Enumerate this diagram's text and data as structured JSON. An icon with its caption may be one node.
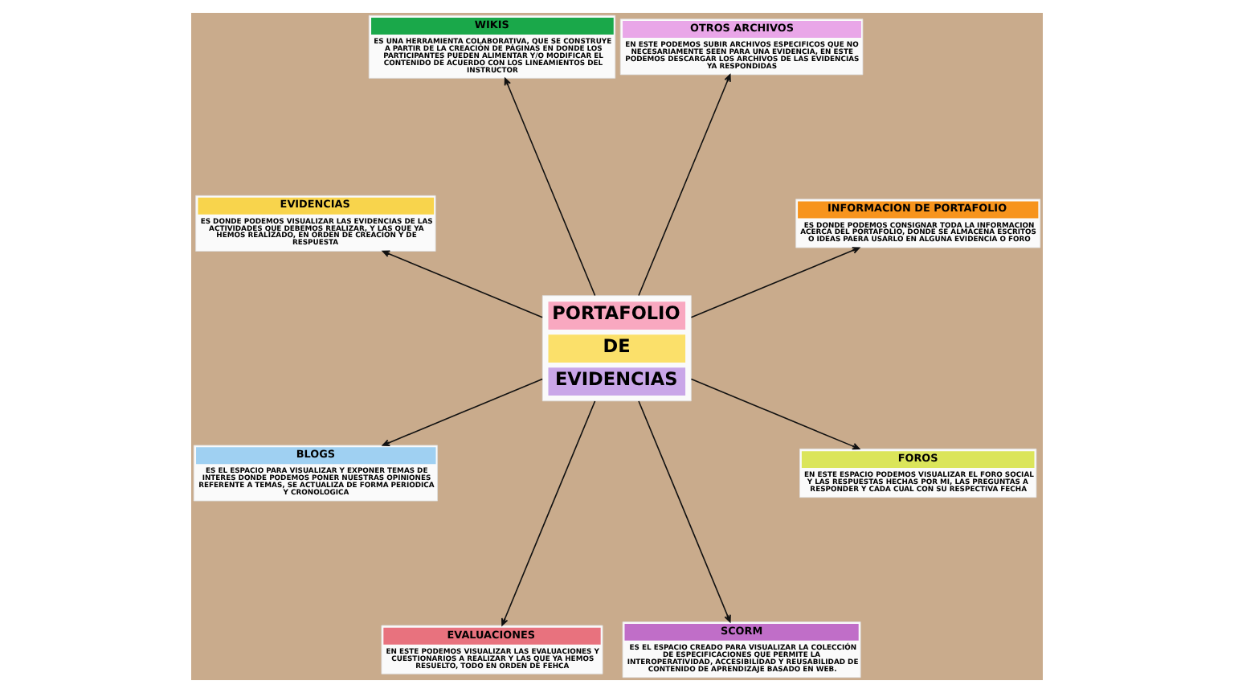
{
  "diagram": {
    "nodes": [
      {
        "text": [
          "PORTAFOLIO",
          "DE",
          "EVIDENCIAS"
        ]
      },
      {
        "text": [
          "INFORMACION DE PORTAFOLIO",
          "ES DONDE PODEMOS CONSIGNAR TODA LA INFORMACION ACERCA DEL PORTAFOLIO, DONDE SE ALMACENA ESCRITOS O IDEAS PAERA USARLO EN ALGUNA EVIDENCIA O FORO"
        ]
      },
      {
        "text": [
          "OTROS ARCHIVOS",
          "EN ESTE PODEMOS SUBIR ARCHIVOS ESPECIFICOS QUE NO NECESARIAMENTE SEEN PARA UNA EVIDENCIA, EN ESTE PODEMOS DESCARGAR LOS ARCHIVOS DE LAS EVIDENCIAS YA RESPONDIDAS"
        ]
      },
      {
        "text": [
          "WIKIS",
          "ES UNA HERRAMIENTA COLABORATIVA, QUE SE CONSTRUYE A PARTIR DE LA CREACIÓN DE PÁGINAS EN DONDE LOS PARTICIPANTES PUEDEN ALIMENTAR Y/O MODIFICAR EL CONTENIDO DE ACUERDO CON LOS LINEAMIENTOS DEL INSTRUCTOR"
        ]
      },
      {
        "text": [
          "EVIDENCIAS",
          "ES DONDE PODEMOS VISUALIZAR LAS EVIDENCIAS DE LAS ACTIVIDADES QUE DEBEMOS REALIZAR, Y LAS QUE YA HEMOS REALIZADO, EN ORDEN DE CREACION Y DE RESPUESTA"
        ]
      },
      {
        "text": [
          "BLOGS",
          "ES EL ESPACIO PARA VISUALIZAR Y EXPONER TEMAS DE INTERES DONDE PODEMOS PONER NUESTRAS OPINIONES REFERENTE A TEMAS, SE ACTUALIZA DE FORMA PERIODICA Y CRONOLOGICA"
        ]
      },
      {
        "text": [
          "EVALUACIONES",
          "EN ESTE PODEMOS VISUALIZAR LAS EVALUACIONES Y CUESTIONARIOS A REALIZAR Y LAS QUE YA HEMOS RESUELTO, TODO EN ORDEN DE FEHCA"
        ]
      },
      {
        "text": [
          "SCORM",
          "ES EL ESPACIO CREADO PARA VISUALIZAR LA COLECCIÓN DE ESPECIFICACIONES QUE PERMITE LA INTEROPERATIVIDAD, ACCESIBILIDAD Y REUSABILIDAD DE CONTENIDO DE APRENDIZAJE BASADO EN WEB."
        ]
      },
      {
        "text": [
          "FOROS",
          "EN ESTE ESPACIO PODEMOS VISUALIZAR EL FORO SOCIAL Y LAS RESPUESTAS HECHAS POR MI, LAS PREGUNTAS A RESPONDER Y CADA CUAL CON SU RESPECTIVA FECHA"
        ]
      }
    ],
    "edges": [
      {
        "from": 0,
        "to": 1,
        "arrow": "to"
      },
      {
        "from": 0,
        "to": 2,
        "arrow": "to"
      },
      {
        "from": 0,
        "to": 3,
        "arrow": "to"
      },
      {
        "from": 0,
        "to": 4,
        "arrow": "to"
      },
      {
        "from": 0,
        "to": 5,
        "arrow": "to"
      },
      {
        "from": 0,
        "to": 6,
        "arrow": "to"
      },
      {
        "from": 0,
        "to": 7,
        "arrow": "to"
      },
      {
        "from": 0,
        "to": 8,
        "arrow": "to"
      }
    ]
  }
}
